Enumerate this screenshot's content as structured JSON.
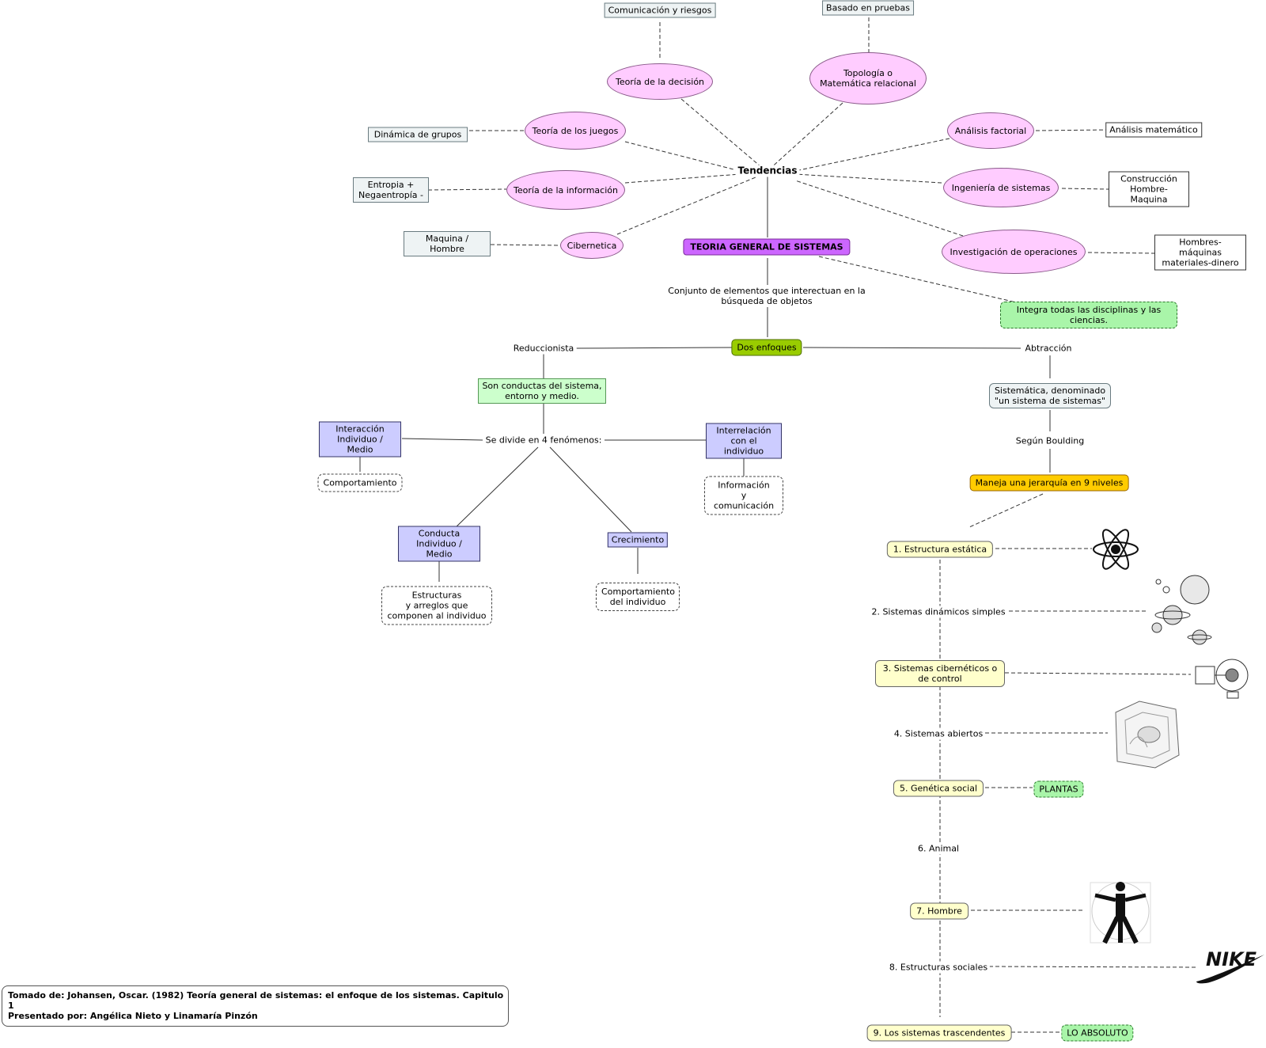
{
  "nodes": {
    "center": "TEORIA GENERAL DE SISTEMAS",
    "tendencias": "Tendencias",
    "decision": "Teoría de la decisión",
    "comunicacion": "Comunicación y riesgos",
    "topologia": "Topología o\nMatemática relacional",
    "basado": "Basado en pruebas",
    "juegos": "Teoría de los juegos",
    "dinamica": "Dinámica de grupos",
    "informacion": "Teoría de la información",
    "entropia": "Entropia +\nNegaentropía -",
    "cibernetica": "Cibernetica",
    "maquina": "Maquina / Hombre",
    "factorial": "Análisis factorial",
    "matematico": "Análisis matemático",
    "ingenieria": "Ingeniería de sistemas",
    "construccion": "Construcción\nHombre-Maquina",
    "operaciones": "Investigación de operaciones",
    "hombres_maquinas": "Hombres-máquinas\nmateriales-dinero",
    "integra": "Integra todas las disciplinas y las ciencias.",
    "conjunto": "Conjunto de elementos que interectuan en la\nbúsqueda de objetos",
    "dos_enfoques": "Dos enfoques",
    "reduccionista": "Reduccionista",
    "conductas": "Son conductas del sistema,\nentorno y medio.",
    "divide": "Se divide en 4 fenómenos:",
    "interaccion": "Interacción\nIndividuo / Medio",
    "comportamiento": "Comportamiento",
    "interrelacion": "Interrelación\ncon el individuo",
    "info_com": "Información\ny comunicación",
    "conducta": "Conducta\nIndividuo / Medio",
    "estructuras": "Estructuras\ny arreglos  que\ncomponen al individuo",
    "crecimiento": "Crecimiento",
    "comp_individuo": "Comportamiento\ndel individuo",
    "abtraccion": "Abtracción",
    "sistematica": "Sistemática, denominado\n\"un sistema de sistemas\"",
    "boulding": "Según Boulding",
    "jerarquia": "Maneja una jerarquía en 9 niveles",
    "l1": "1. Estructura estática",
    "l2": "2. Sistemas dinámicos simples",
    "l3": "3. Sistemas cibernéticos o\nde control",
    "l4": "4. Sistemas abiertos",
    "l5": "5. Genética social",
    "plantas": "PLANTAS",
    "l6": "6. Animal",
    "l7": "7. Hombre",
    "l8": "8. Estructuras sociales",
    "l9": "9. Los sistemas trascendentes",
    "absoluto": "LO ABSOLUTO"
  },
  "logo_text": "NIKE",
  "footer": {
    "source": "Tomado de: Johansen, Oscar. (1982) Teoría general de sistemas: el enfoque de los sistemas. Capitulo 1",
    "authors": "Presentado por: Angélica Nieto y Linamaría Pinzón"
  },
  "colors": {
    "ellipse": "#ffccff",
    "center": "#cc66ff",
    "enfoques": "#99cc00",
    "lavender": "#ccccff",
    "level": "#ffffcc",
    "jerarquia": "#ffcc00",
    "integra": "#a9f5a9"
  }
}
